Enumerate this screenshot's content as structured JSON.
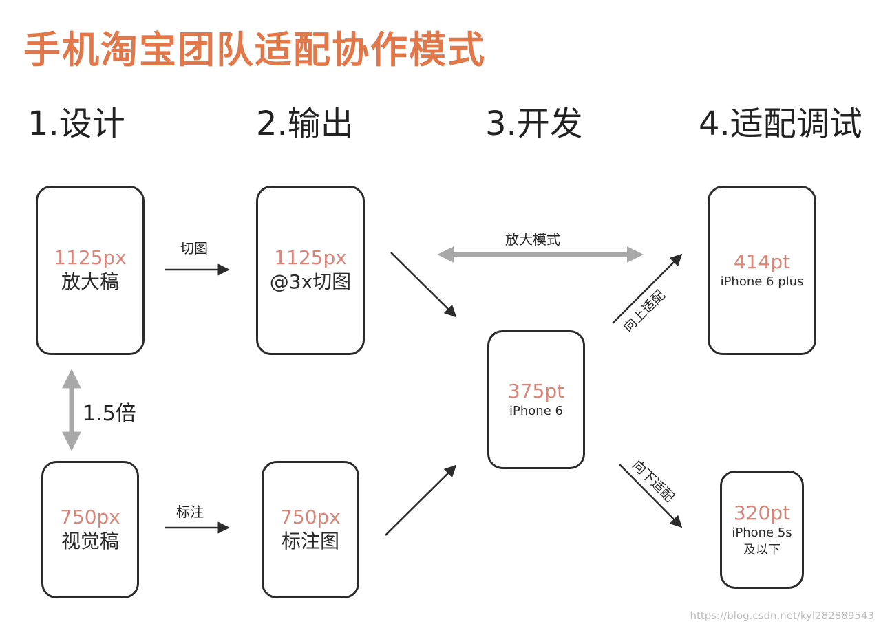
{
  "title": "手机淘宝团队适配协作模式",
  "steps": [
    "1.设计",
    "2.输出",
    "3.开发",
    "4.适配调试"
  ],
  "phones": {
    "design_large": {
      "value": "1125px",
      "name": "放大稿"
    },
    "output_slices": {
      "value": "1125px",
      "name": "@3x切图"
    },
    "design_visual": {
      "value": "750px",
      "name": "视觉稿"
    },
    "output_annotation": {
      "value": "750px",
      "name": "标注图"
    },
    "dev": {
      "value": "375pt",
      "name": "iPhone 6"
    },
    "adapt_up": {
      "value": "414pt",
      "name": "iPhone 6 plus"
    },
    "adapt_down": {
      "value": "320pt",
      "name_line1": "iPhone 5s",
      "name_line2": "及以下"
    }
  },
  "labels": {
    "slice": "切图",
    "annotate": "标注",
    "ratio": "1.5倍",
    "zoom_mode": "放大模式",
    "adapt_up": "向上适配",
    "adapt_down": "向下适配"
  },
  "colors": {
    "title": "#e2774a",
    "value": "#d98579",
    "gray_arrow": "#a8a8a8",
    "line": "#2b2b2b"
  },
  "watermark": "https://blog.csdn.net/kyl282889543"
}
